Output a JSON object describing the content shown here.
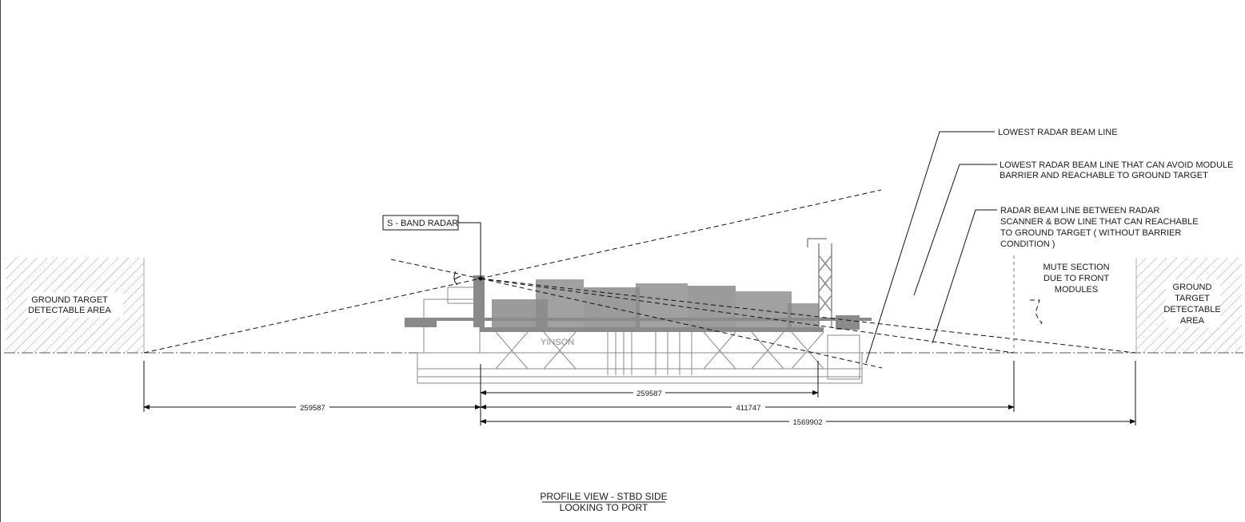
{
  "labels": {
    "radar": "S - BAND RADAR",
    "lowest_beam": "LOWEST RADAR BEAM LINE",
    "module_barrier": [
      "LOWEST RADAR BEAM LINE THAT CAN AVOID MODULE",
      "BARRIER AND REACHABLE TO GROUND TARGET"
    ],
    "bow_line": [
      "RADAR BEAM LINE BETWEEN RADAR",
      "SCANNER & BOW LINE THAT CAN  REACHABLE",
      "TO GROUND TARGET ( WITHOUT BARRIER",
      "CONDITION )"
    ],
    "mute": [
      "MUTE SECTION",
      "DUE TO FRONT",
      "MODULES"
    ],
    "ground_left": [
      "GROUND TARGET",
      "DETECTABLE AREA"
    ],
    "ground_right": [
      "GROUND",
      "TARGET",
      "DETECTABLE",
      "AREA"
    ],
    "vessel_name": "YINSON"
  },
  "dimensions": {
    "aft_reach": "259587",
    "fwd_module": "259587",
    "mute_end": "411747",
    "ground_start": "1569902"
  },
  "title": {
    "line1": "PROFILE  VIEW - STBD SIDE",
    "line2": "LOOKING TO PORT"
  },
  "colors": {
    "line": "#111111",
    "ship": "#8a8a8a",
    "hatch": "#9a9a9a"
  }
}
